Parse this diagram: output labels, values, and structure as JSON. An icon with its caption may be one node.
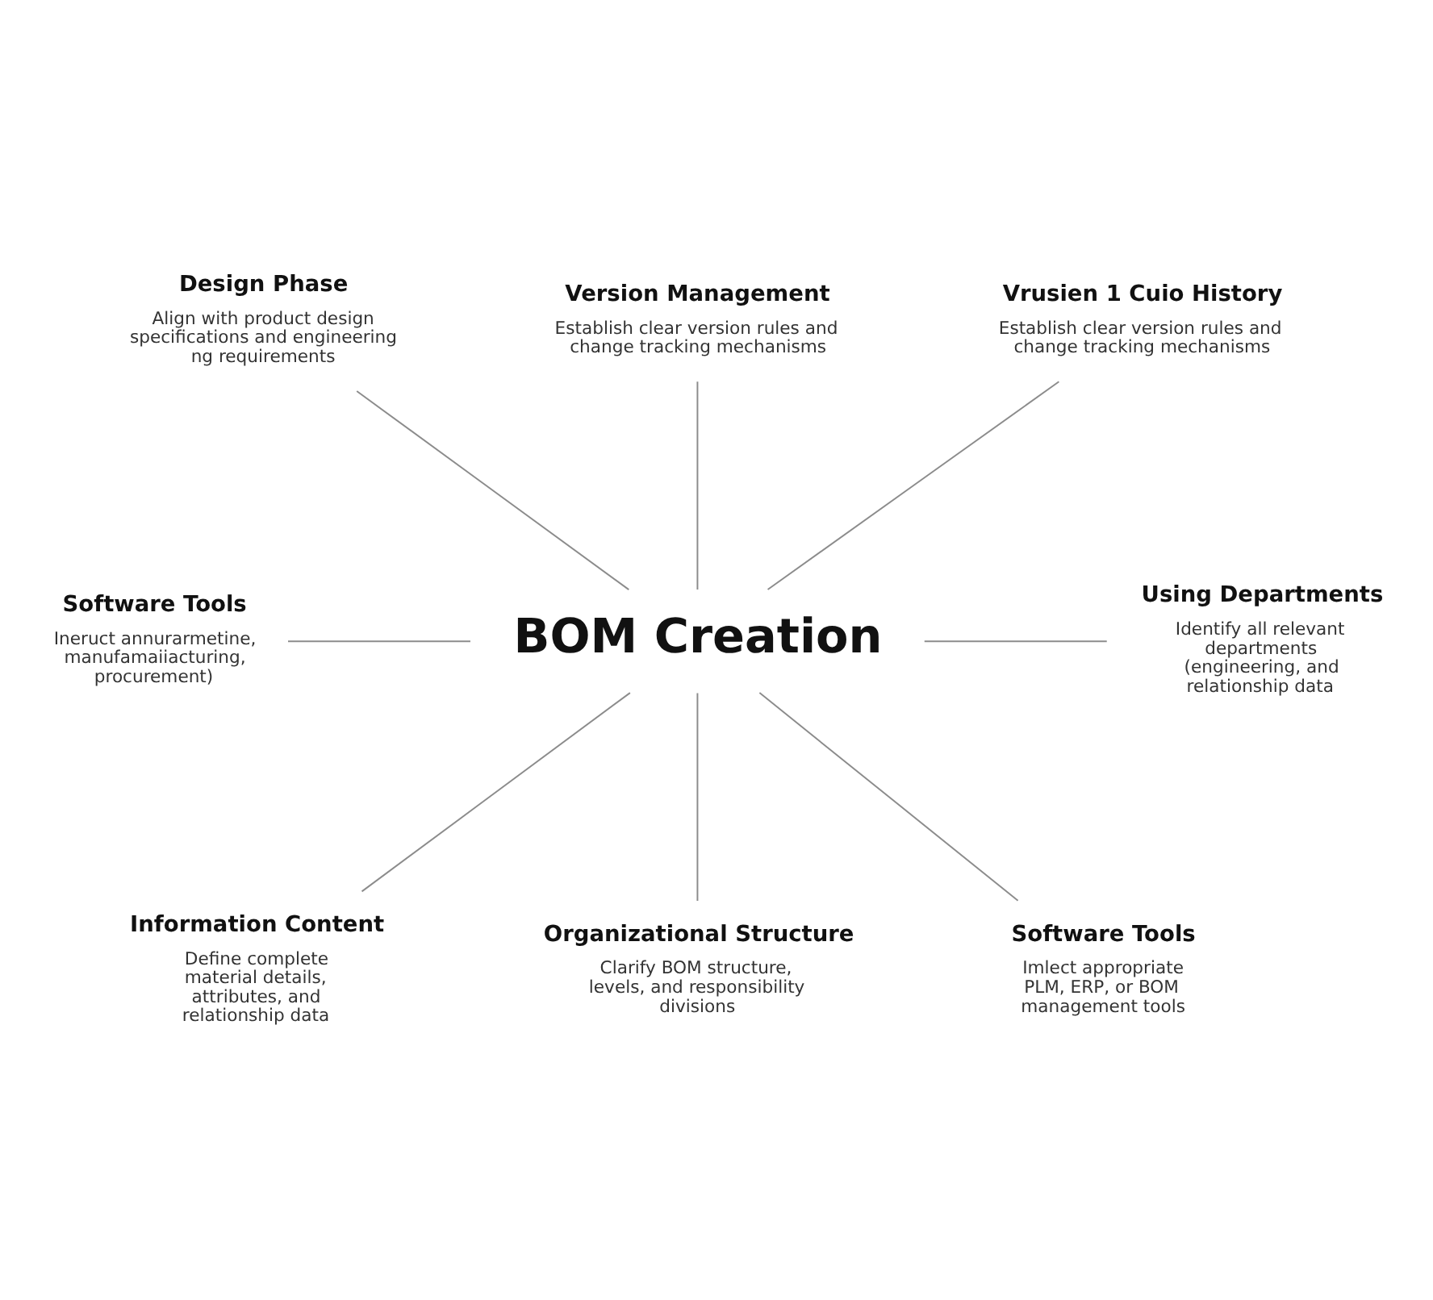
{
  "diagram": {
    "nodes": [
      {
        "text": [
          "Version Management",
          "Establish clear version rules and change tracking mechanisms"
        ]
      },
      {
        "text": [
          "Design Phase",
          "Align with product design specifications and engineering ng requirements"
        ]
      },
      {
        "text": [
          "Vrusien 1 Cuio History",
          "Establish clear version rules and change tracking mechanisms"
        ]
      },
      {
        "text": [
          "Software Tools",
          "Ineruct annurarmetine, manufamaiiacturing, procurement)"
        ]
      },
      {
        "text": [
          "BOM Creation"
        ]
      },
      {
        "text": [
          "Using Departments",
          "Identify all relevant departments (engineering, and relationship data"
        ]
      },
      {
        "text": [
          "Information Content",
          "Define complete material details, attributes, and relationship data"
        ]
      },
      {
        "text": [
          "Software Tools",
          "Imlect appropriate PLM, ERP, or BOM management tools"
        ]
      },
      {
        "text": [
          "Organizational Structure",
          "Clarify BOM structure, levels, and responsibility divisions"
        ]
      }
    ],
    "edges": [
      {
        "from": 0,
        "to": 4,
        "arrow": "none"
      },
      {
        "from": 1,
        "to": 4,
        "arrow": "none"
      },
      {
        "from": 2,
        "to": 4,
        "arrow": "none"
      },
      {
        "from": 3,
        "to": 4,
        "arrow": "none"
      },
      {
        "from": 4,
        "to": 5,
        "arrow": "none"
      },
      {
        "from": 4,
        "to": 6,
        "arrow": "none"
      },
      {
        "from": 4,
        "to": 8,
        "arrow": "none"
      },
      {
        "from": 4,
        "to": 7,
        "arrow": "none"
      }
    ]
  }
}
